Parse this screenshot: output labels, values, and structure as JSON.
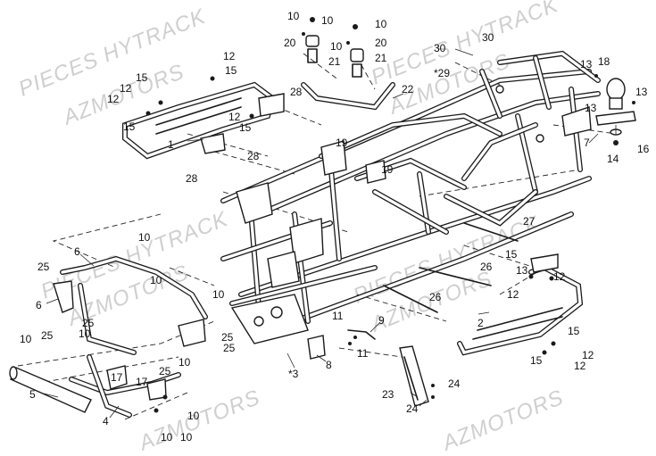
{
  "watermark": {
    "line1": "PIECES HYTRACK",
    "line2": "AZMOTORS"
  },
  "labels": [
    "1",
    "2",
    "3",
    "4",
    "5",
    "6",
    "7",
    "8",
    "9",
    "10",
    "11",
    "12",
    "13",
    "14",
    "15",
    "16",
    "17",
    "18",
    "19",
    "20",
    "21",
    "22",
    "23",
    "24",
    "25",
    "26",
    "27",
    "28",
    "29",
    "30"
  ],
  "star_labels": {
    "ref3": "*3",
    "ref29": "*29"
  },
  "colors": {
    "line": "#1a1a1a",
    "watermark": "#cfcfcf",
    "background": "#ffffff"
  }
}
